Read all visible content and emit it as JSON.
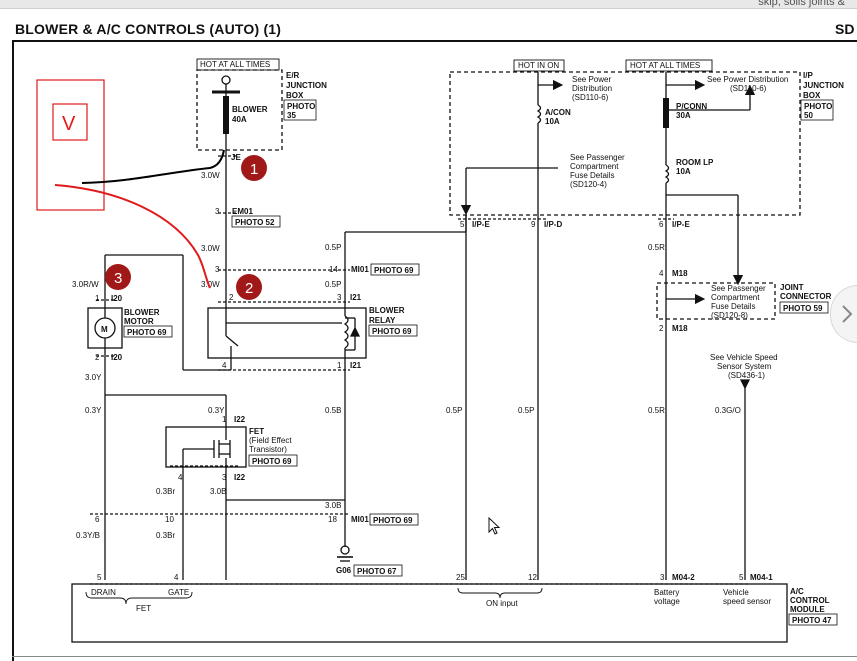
{
  "page": {
    "title": "BLOWER & A/C CONTROLS (AUTO) (1)",
    "title_right": "SD",
    "top_cut_text": "skip, soils joints &"
  },
  "diagram": {
    "box_hot_all_times_left": "HOT AT ALL TIMES",
    "box_hot_in_on": "HOT IN ON",
    "box_hot_all_times_right": "HOT AT ALL TIMES",
    "er_junction_box": [
      "E/R",
      "JUNCTION",
      "BOX"
    ],
    "photo_35": [
      "PHOTO",
      "35"
    ],
    "blower_fuse": [
      "BLOWER",
      "40A"
    ],
    "je_label": "JE",
    "w_3_0w_a": "3.0W",
    "em01_pin": "3",
    "em01": "EM01",
    "photo_52": "PHOTO 52",
    "w_3_0w_b": "3.0W",
    "mi01_pin_3": "3",
    "w_3_0w_c": "3.0W",
    "mi01_pin_14": "14",
    "mi01": "MI01",
    "photo_69_a": "PHOTO 69",
    "w_0_5p_a": "0.5P",
    "w_0_5p_b": "0.5P",
    "relay_pin_2": "2",
    "relay_pin_3": "3",
    "relay_i21_top": "I21",
    "blower_relay": [
      "BLOWER",
      "RELAY"
    ],
    "photo_69_relay": "PHOTO 69",
    "relay_pin_4": "4",
    "relay_pin_1": "1",
    "relay_i21_bottom": "I21",
    "w_3_0rw": "3.0R/W",
    "i20_top_pin": "1",
    "i20_top": "I20",
    "blower_motor": [
      "BLOWER",
      "MOTOR"
    ],
    "photo_69_motor": "PHOTO 69",
    "motor_symbol": "M",
    "i20_bottom_pin": "2",
    "i20_bottom": "I20",
    "w_3_0y": "3.0Y",
    "w_0_3y_a": "0.3Y",
    "w_0_3y_b": "0.3Y",
    "i22_pin_1": "1",
    "i22_top": "I22",
    "fet_label": [
      "FET",
      "(Field Effect",
      "Transistor)"
    ],
    "photo_69_fet": "PHOTO 69",
    "fet_pin_4": "4",
    "fet_pin_3": "3",
    "i22_bottom": "I22",
    "w_0_3br_a": "0.3Br",
    "w_3_0b_a": "3.0B",
    "w_0_5b_a": "0.5B",
    "w_3_0b_b": "3.0B",
    "mi01_pin_18": "18",
    "mi01_b": "MI01",
    "photo_69_b": "PHOTO 69",
    "mi01_pin_6": "6",
    "mi01_pin_10": "10",
    "w_0_3yb": "0.3Y/B",
    "w_0_3br_b": "0.3Br",
    "g06": "G06",
    "photo_67": "PHOTO 67",
    "pin_5_drain": "5",
    "pin_4_gate": "4",
    "drain": "DRAIN",
    "gate": "GATE",
    "fet_bottom": "FET",
    "see_power_dist_a": [
      "See Power",
      "Distribution",
      "(SD110-6)"
    ],
    "acon_fuse": [
      "A/CON",
      "10A"
    ],
    "see_passenger_a": [
      "See Passenger",
      "Compartment",
      "Fuse Details",
      "(SD120-4)"
    ],
    "ipe_pin_5": "5",
    "ipe_a": "I/P-E",
    "ipd_pin_9": "9",
    "ipd": "I/P-D",
    "see_power_dist_b": [
      "See Power Distribution",
      "(SD110-6)"
    ],
    "pconn_fuse": [
      "P/CONN",
      "30A"
    ],
    "room_lp_fuse": [
      "ROOM LP",
      "10A"
    ],
    "ip_junction_box": [
      "I/P",
      "JUNCTION",
      "BOX"
    ],
    "photo_50": [
      "PHOTO",
      "50"
    ],
    "ipe_pin_6": "6",
    "ipe_b": "I/P-E",
    "w_0_5r_a": "0.5R",
    "m18_pin_4": "4",
    "m18_top": "M18",
    "see_passenger_b": [
      "See Passenger",
      "Compartment",
      "Fuse Details",
      "(SD120-8)"
    ],
    "joint_connector": [
      "JOINT",
      "CONNECTOR"
    ],
    "photo_59": "PHOTO 59",
    "m18_pin_2": "2",
    "m18_bottom": "M18",
    "see_vehicle_speed": [
      "See Vehicle Speed",
      "Sensor System",
      "(SD436-1)"
    ],
    "w_0_5p_c": "0.5P",
    "w_0_5p_d": "0.5P",
    "w_0_5r_b": "0.5R",
    "w_0_3go": "0.3G/O",
    "pin_25": "25",
    "pin_12": "12",
    "on_input": "ON input",
    "pin_3_m04": "3",
    "m04_2": "M04-2",
    "battery_voltage": [
      "Battery",
      "voltage"
    ],
    "pin_5_m04": "5",
    "m04_1": "M04-1",
    "vehicle_speed_sensor": [
      "Vehicle",
      "speed sensor"
    ],
    "ac_control_module": [
      "A/C",
      "CONTROL",
      "MODULE"
    ],
    "photo_47": "PHOTO 47",
    "callout_1": "1",
    "callout_2": "2",
    "callout_3": "3",
    "check_mark": "V"
  },
  "colors": {
    "line": "#111111",
    "callout_fill": "#a01818",
    "callout_text": "#ffffff",
    "annotation_red": "#e01a1a",
    "annotation_black": "#000000"
  },
  "icons": {
    "next": "chevron-right-icon",
    "cursor": "mouse-pointer-icon"
  }
}
